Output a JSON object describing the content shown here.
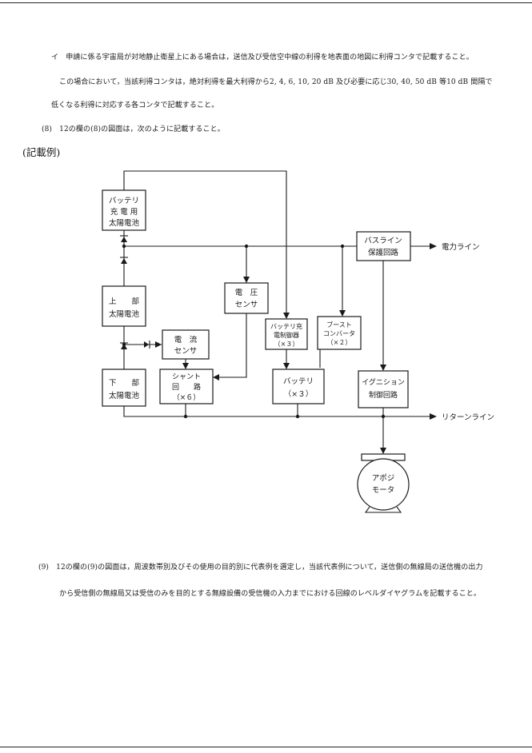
{
  "page": {
    "para_i_line1": "イ　申請に係る宇宙局が対地静止衛星上にある場合は，送信及び受信空中線の利得を地表面の地図に利得コンタで記載すること。",
    "para_i_line2": "この場合において，当該利得コンタは，絶対利得を最大利得から2, 4, 6, 10, 20 dB 及び必要に応じ30, 40, 50 dB 等10 dB 間隔で",
    "para_i_line3": "低くなる利得に対応する各コンタで記載すること。",
    "para_8": "(8)　12の欄の(8)の図面は，次のように記載すること。",
    "example_heading": "(記載例)",
    "para_9_line1": "(9)　12の欄の(9)の図面は，周波数帯別及びその使用の目的別に代表例を選定し，当該代表例について，送信側の無線局の送信機の出力",
    "para_9_line2": "から受信側の無線局又は受信のみを目的とする無線設備の受信機の入力までにおける回線のレベルダイヤグラムを記載すること。"
  },
  "diagram": {
    "battery_solar": [
      "バッテリ",
      "充 電 用",
      "太陽電池"
    ],
    "upper_solar": [
      "上　　部",
      "太陽電池"
    ],
    "lower_solar": [
      "下　　部",
      "太陽電池"
    ],
    "voltage_sensor": [
      "電　圧",
      "センサ"
    ],
    "current_sensor": [
      "電　流",
      "センサ"
    ],
    "shunt": [
      "シャント",
      "回　　路",
      "（×６）"
    ],
    "charge_ctrl": [
      "バッテリ充",
      "電制御器",
      "（×３）"
    ],
    "boost_conv": [
      "ブースト",
      "コンバータ",
      "（×２）"
    ],
    "battery": [
      "バッテリ",
      "（×３）"
    ],
    "bus_protect": [
      "バスライン",
      "保護回路"
    ],
    "ignition": [
      "イグニション",
      "制御回路"
    ],
    "apogee_motor": [
      "アポジ",
      "モータ"
    ],
    "power_line": "電力ライン",
    "return_line": "リターンライン"
  }
}
